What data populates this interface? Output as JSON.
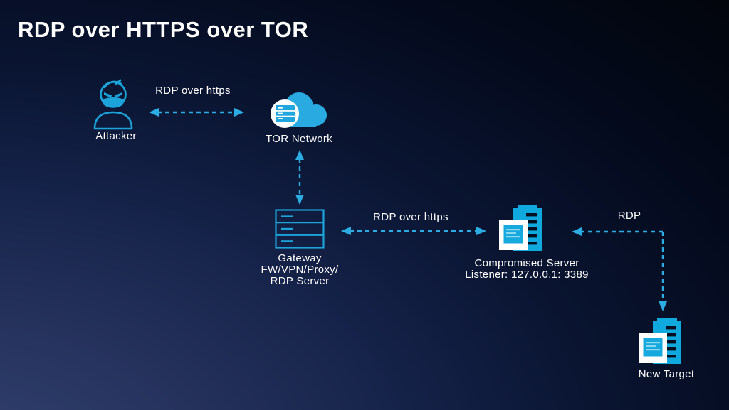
{
  "title": "RDP over HTTPS over TOR",
  "nodes": {
    "attacker": {
      "label": "Attacker"
    },
    "tor_network": {
      "label": "TOR Network"
    },
    "gateway": {
      "line1": "Gateway",
      "line2": "FW/VPN/Proxy/",
      "line3": "RDP Server"
    },
    "compromised_server": {
      "label": "Compromised Server",
      "listener": "Listener: 127.0.0.1: 3389"
    },
    "new_target": {
      "label": "New Target"
    }
  },
  "edges": {
    "attacker_to_tor": {
      "label": "RDP over https"
    },
    "gateway_to_compromised": {
      "label": "RDP over https"
    },
    "new_target_to_compromised": {
      "label": "RDP"
    }
  },
  "colors": {
    "accent_cyan": "#29abe2",
    "icon_outline": "#1ba3da",
    "arrow_cyan": "#2bade4",
    "text": "#ffffff",
    "background_navy": "#25325c",
    "background_black": "#010409"
  }
}
